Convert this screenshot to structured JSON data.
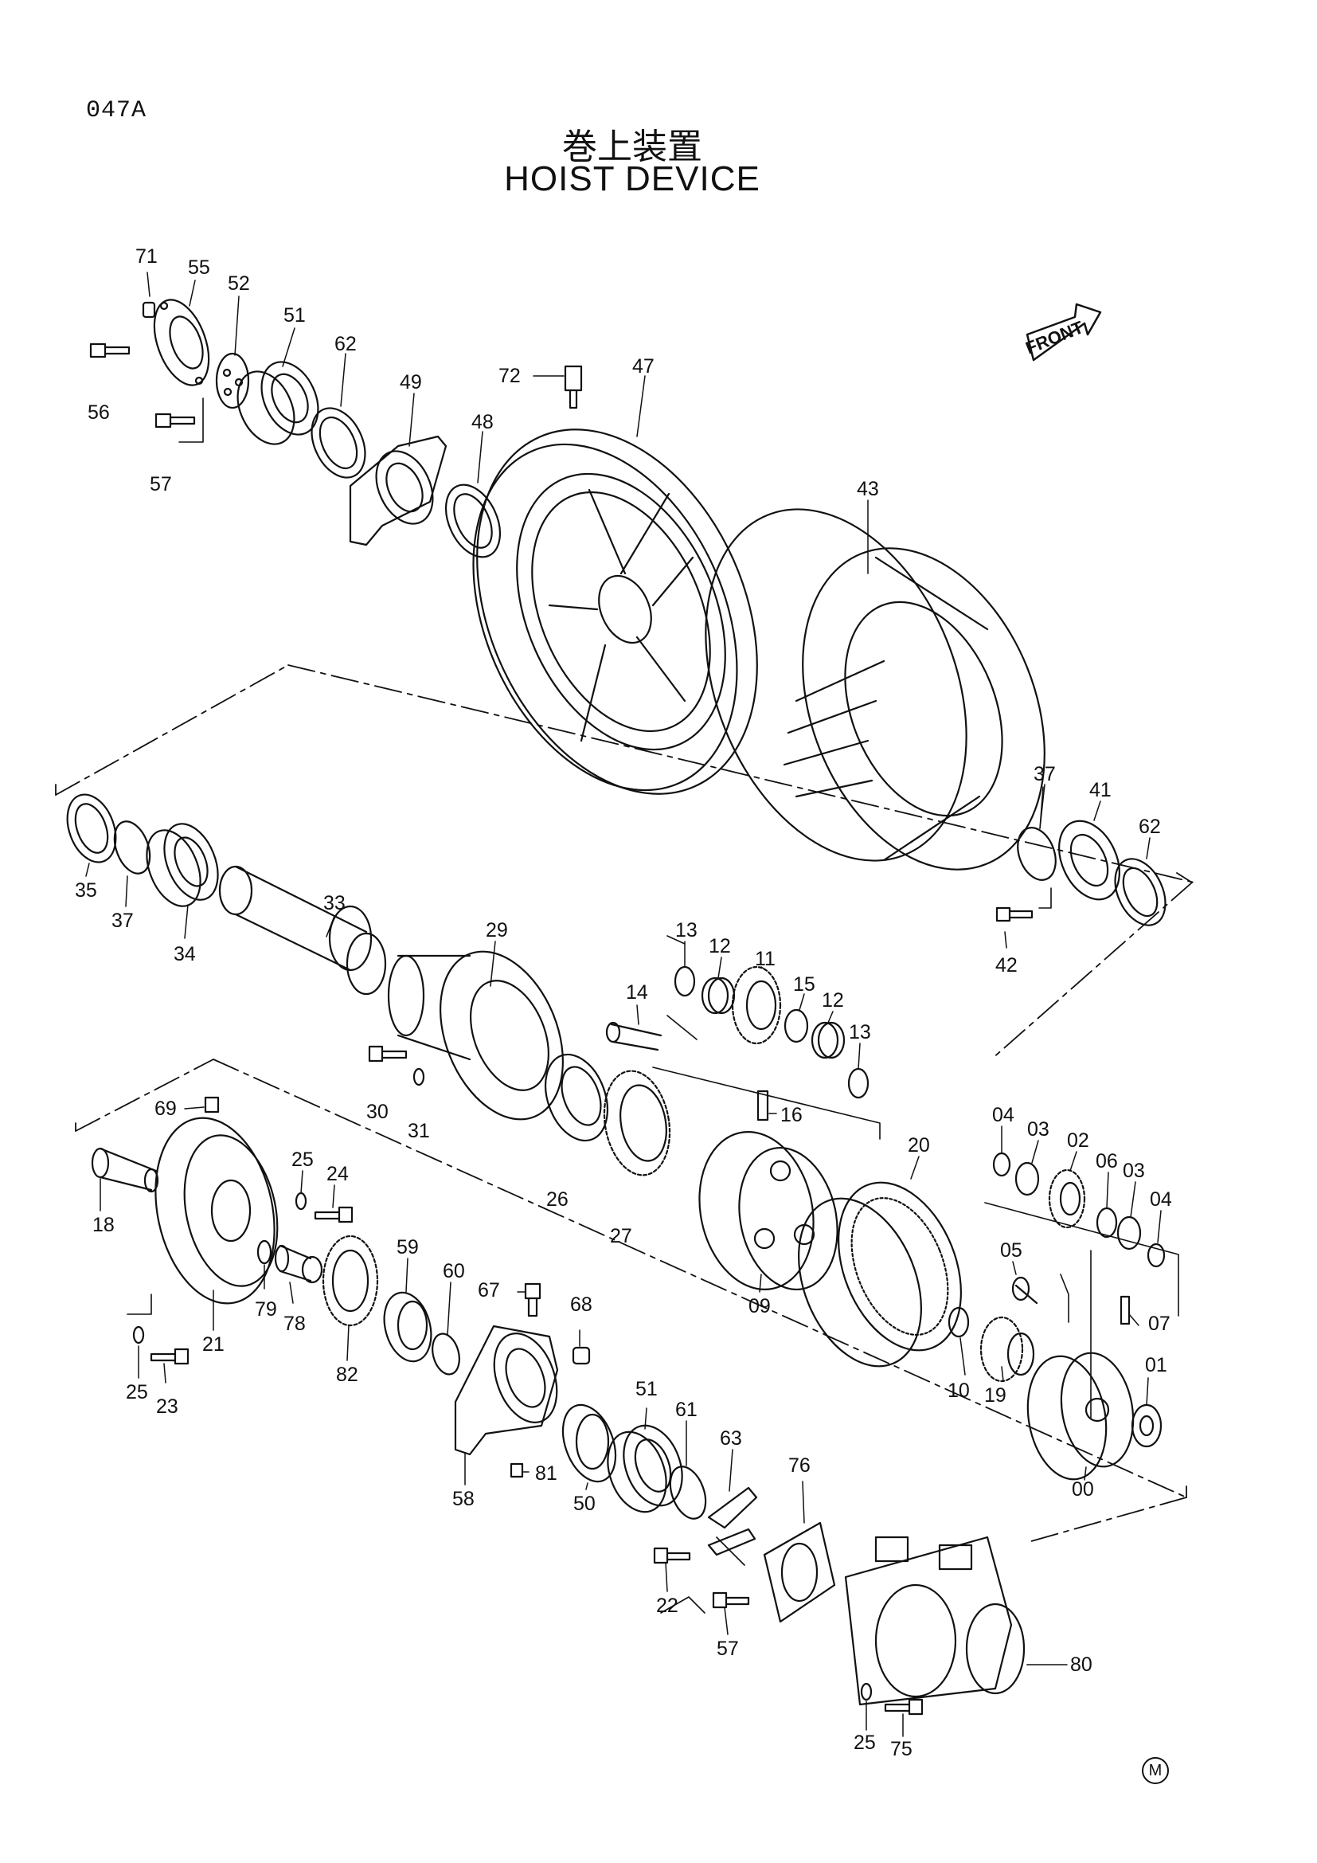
{
  "page_code": "047A",
  "title_jp": "巻上装置",
  "title_en": "HOIST DEVICE",
  "front_label": "FRONT",
  "footer_mark": "M",
  "callouts": [
    {
      "id": "c71",
      "label": "71"
    },
    {
      "id": "c55",
      "label": "55"
    },
    {
      "id": "c52",
      "label": "52"
    },
    {
      "id": "c51a",
      "label": "51"
    },
    {
      "id": "c62a",
      "label": "62"
    },
    {
      "id": "c49",
      "label": "49"
    },
    {
      "id": "c56",
      "label": "56"
    },
    {
      "id": "c57a",
      "label": "57"
    },
    {
      "id": "c72",
      "label": "72"
    },
    {
      "id": "c47",
      "label": "47"
    },
    {
      "id": "c48",
      "label": "48"
    },
    {
      "id": "c43",
      "label": "43"
    },
    {
      "id": "c35",
      "label": "35"
    },
    {
      "id": "c37a",
      "label": "37"
    },
    {
      "id": "c34",
      "label": "34"
    },
    {
      "id": "c33",
      "label": "33"
    },
    {
      "id": "c29",
      "label": "29"
    },
    {
      "id": "c37b",
      "label": "37"
    },
    {
      "id": "c41",
      "label": "41"
    },
    {
      "id": "c62b",
      "label": "62"
    },
    {
      "id": "c42",
      "label": "42"
    },
    {
      "id": "c13a",
      "label": "13"
    },
    {
      "id": "c12a",
      "label": "12"
    },
    {
      "id": "c11",
      "label": "11"
    },
    {
      "id": "c14",
      "label": "14"
    },
    {
      "id": "c15",
      "label": "15"
    },
    {
      "id": "c12b",
      "label": "12"
    },
    {
      "id": "c13b",
      "label": "13"
    },
    {
      "id": "c30",
      "label": "30"
    },
    {
      "id": "c31",
      "label": "31"
    },
    {
      "id": "c26",
      "label": "26"
    },
    {
      "id": "c27",
      "label": "27"
    },
    {
      "id": "c16",
      "label": "16"
    },
    {
      "id": "c69",
      "label": "69"
    },
    {
      "id": "c25a",
      "label": "25"
    },
    {
      "id": "c24",
      "label": "24"
    },
    {
      "id": "c18",
      "label": "18"
    },
    {
      "id": "c20",
      "label": "20"
    },
    {
      "id": "c04a",
      "label": "04"
    },
    {
      "id": "c03a",
      "label": "03"
    },
    {
      "id": "c02",
      "label": "02"
    },
    {
      "id": "c06",
      "label": "06"
    },
    {
      "id": "c03b",
      "label": "03"
    },
    {
      "id": "c04b",
      "label": "04"
    },
    {
      "id": "c05",
      "label": "05"
    },
    {
      "id": "c07",
      "label": "07"
    },
    {
      "id": "c09",
      "label": "09"
    },
    {
      "id": "c59",
      "label": "59"
    },
    {
      "id": "c60",
      "label": "60"
    },
    {
      "id": "c67",
      "label": "67"
    },
    {
      "id": "c68",
      "label": "68"
    },
    {
      "id": "c79",
      "label": "79"
    },
    {
      "id": "c78",
      "label": "78"
    },
    {
      "id": "c21",
      "label": "21"
    },
    {
      "id": "c25b",
      "label": "25"
    },
    {
      "id": "c23",
      "label": "23"
    },
    {
      "id": "c82",
      "label": "82"
    },
    {
      "id": "c10",
      "label": "10"
    },
    {
      "id": "c19",
      "label": "19"
    },
    {
      "id": "c01",
      "label": "01"
    },
    {
      "id": "c00",
      "label": "00"
    },
    {
      "id": "c51b",
      "label": "51"
    },
    {
      "id": "c61",
      "label": "61"
    },
    {
      "id": "c63",
      "label": "63"
    },
    {
      "id": "c76",
      "label": "76"
    },
    {
      "id": "c81",
      "label": "81"
    },
    {
      "id": "c58",
      "label": "58"
    },
    {
      "id": "c50",
      "label": "50"
    },
    {
      "id": "c22",
      "label": "22"
    },
    {
      "id": "c57b",
      "label": "57"
    },
    {
      "id": "c80",
      "label": "80"
    },
    {
      "id": "c25c",
      "label": "25"
    },
    {
      "id": "c75",
      "label": "75"
    }
  ]
}
